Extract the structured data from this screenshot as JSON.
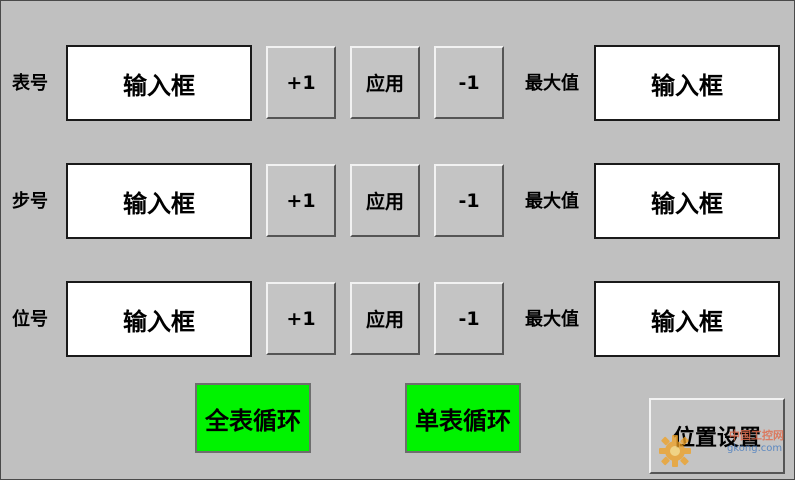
{
  "rows": [
    {
      "label": "表号",
      "value_placeholder": "输入框",
      "plus_label": "+1",
      "apply_label": "应用",
      "minus_label": "-1",
      "max_label": "最大值",
      "max_placeholder": "输入框"
    },
    {
      "label": "步号",
      "value_placeholder": "输入框",
      "plus_label": "+1",
      "apply_label": "应用",
      "minus_label": "-1",
      "max_label": "最大值",
      "max_placeholder": "输入框"
    },
    {
      "label": "位号",
      "value_placeholder": "输入框",
      "plus_label": "+1",
      "apply_label": "应用",
      "minus_label": "-1",
      "max_label": "最大值",
      "max_placeholder": "输入框"
    }
  ],
  "buttons": {
    "all_table_loop": "全表循环",
    "single_table_loop": "单表循环",
    "position_settings": "位置设置"
  },
  "watermark": {
    "brand": "中国工控网",
    "domain": "gkong.com",
    "icon": "gear-icon"
  },
  "colors": {
    "background": "#c0c0c0",
    "loop_button": "#00f300",
    "input_background": "#ffffff"
  }
}
